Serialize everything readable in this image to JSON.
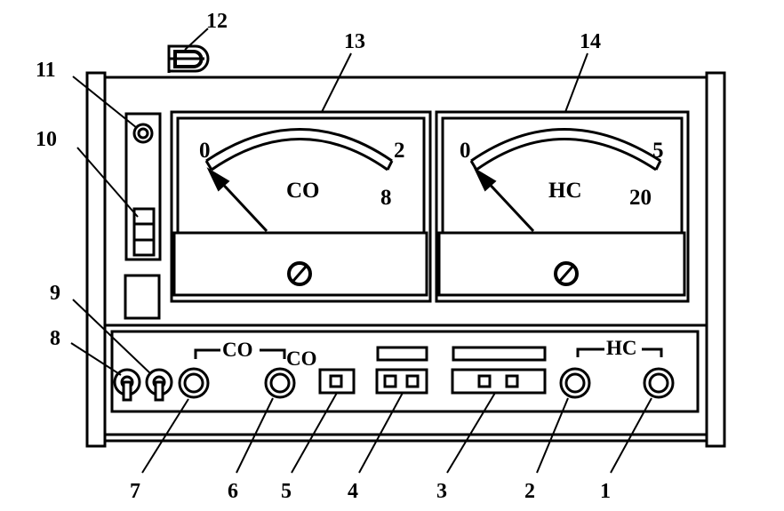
{
  "callouts": {
    "c1": "1",
    "c2": "2",
    "c3": "3",
    "c4": "4",
    "c5": "5",
    "c6": "6",
    "c7": "7",
    "c8": "8",
    "c9": "9",
    "c10": "10",
    "c11": "11",
    "c12": "12",
    "c13": "13",
    "c14": "14"
  },
  "meters": {
    "co": {
      "min": "0",
      "max_upper": "2",
      "max_lower": "8",
      "gas": "CO"
    },
    "hc": {
      "min": "0",
      "max_upper": "5",
      "max_lower": "20",
      "gas": "HC"
    }
  },
  "panel": {
    "co_bracket_label": "CO",
    "co_label": "CO",
    "hc_bracket_label": "HC"
  }
}
